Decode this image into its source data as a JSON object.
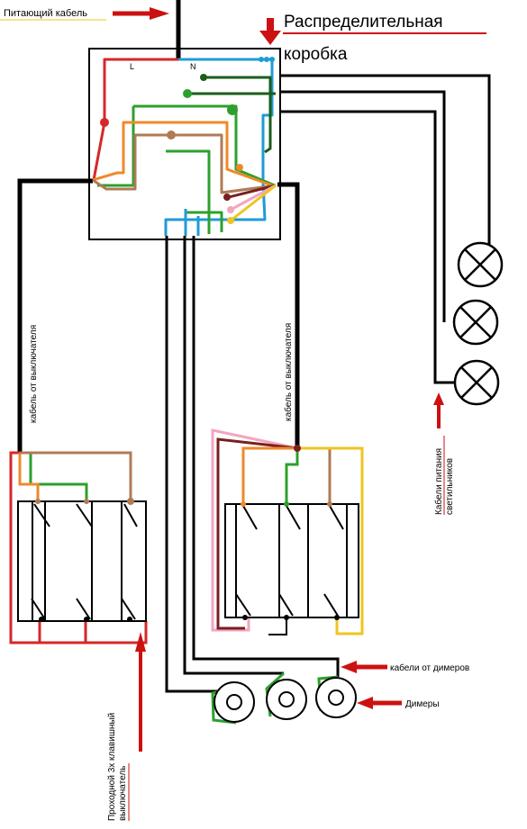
{
  "labels": {
    "supply_cable": "Питающий кабель",
    "box_line1": "Распределительная",
    "box_line2": "коробка",
    "phase": "L",
    "neutral": "N",
    "switch_cable_left": "кабель от выключателя",
    "switch_cable_right": "кабель от выключателя",
    "lamp_cables_line1": "Кабели питания",
    "lamp_cables_line2": "светильников",
    "dimmer_cables": "кабели от димеров",
    "dimmers": "Димеры",
    "switch_line1": "Проходной 3х клавишный",
    "switch_line2": "выключатель"
  },
  "colors": {
    "cable": "#000000",
    "phase": "#d62728",
    "neutral": "#1f9bd6",
    "green": "#2ca02c",
    "dark_green": "#1a5e1a",
    "orange": "#ee8a2a",
    "brown": "#b07a55",
    "maroon": "#7a1f1f",
    "pink": "#f2a6c0",
    "yellow": "#f0c420",
    "arrow": "#cc1111"
  }
}
